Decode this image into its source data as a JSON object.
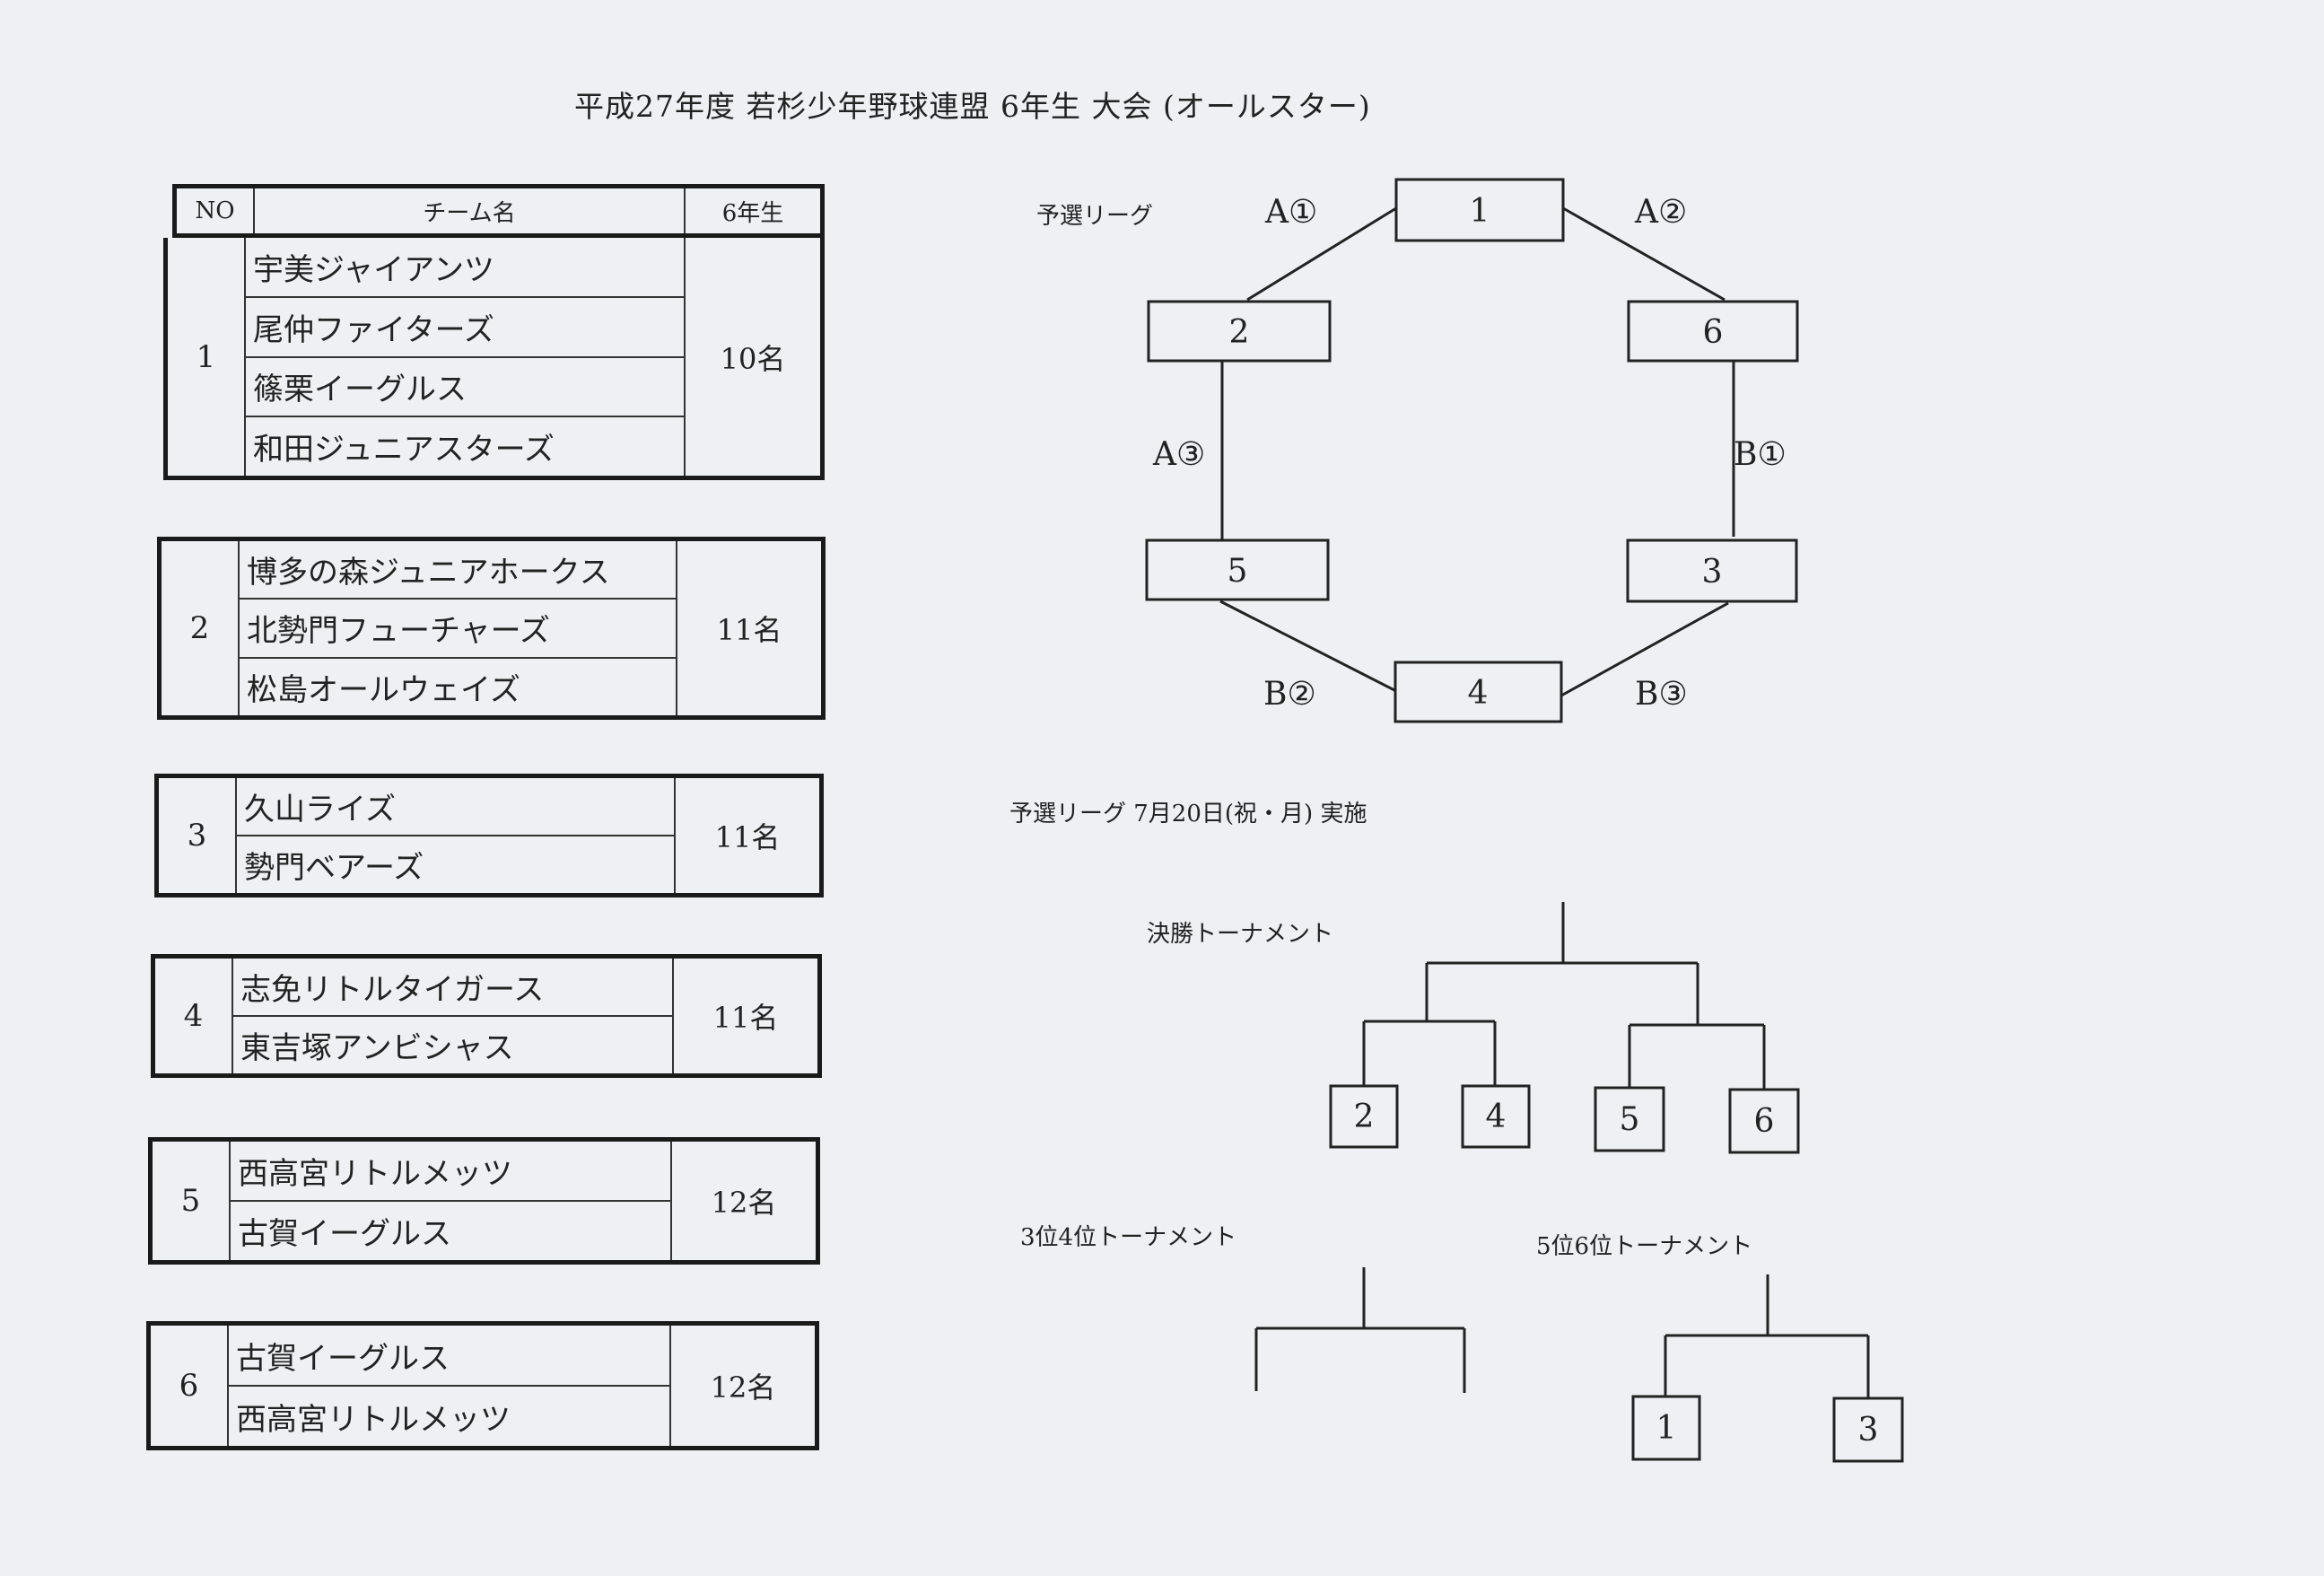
{
  "title": "平成27年度 若杉少年野球連盟 6年生 大会 (オールスター)",
  "table": {
    "headers": [
      "NO",
      "チーム名",
      "6年生"
    ],
    "groups": [
      {
        "no": "1",
        "teams": [
          "宇美ジャイアンツ",
          "尾仲ファイターズ",
          "篠栗イーグルス",
          "和田ジュニアスターズ"
        ],
        "count": "10名"
      },
      {
        "no": "2",
        "teams": [
          "博多の森ジュニアホークス",
          "北勢門フューチャーズ",
          "松島オールウェイズ"
        ],
        "count": "11名"
      },
      {
        "no": "3",
        "teams": [
          "久山ライズ",
          "勢門ベアーズ"
        ],
        "count": "11名"
      },
      {
        "no": "4",
        "teams": [
          "志免リトルタイガース",
          "東吉塚アンビシャス"
        ],
        "count": "11名"
      },
      {
        "no": "5",
        "teams": [
          "西高宮リトルメッツ",
          "古賀イーグルス"
        ],
        "count": "12名"
      },
      {
        "no": "6",
        "teams": [
          "古賀イーグルス",
          "西高宮リトルメッツ"
        ],
        "count": "12名"
      }
    ]
  },
  "league": {
    "label": "予選リーグ",
    "nodes": [
      "1",
      "2",
      "6",
      "5",
      "3",
      "4"
    ],
    "edges": [
      "A①",
      "A②",
      "A③",
      "B①",
      "B②",
      "B③"
    ],
    "schedule": "予選リーグ 7月20日(祝・月) 実施"
  },
  "final_tournament": {
    "label": "決勝トーナメント",
    "slots": [
      "2",
      "4",
      "5",
      "6"
    ]
  },
  "third_fourth": {
    "label": "3位4位トーナメント"
  },
  "fifth_sixth": {
    "label": "5位6位トーナメント",
    "slots": [
      "1",
      "3"
    ]
  }
}
